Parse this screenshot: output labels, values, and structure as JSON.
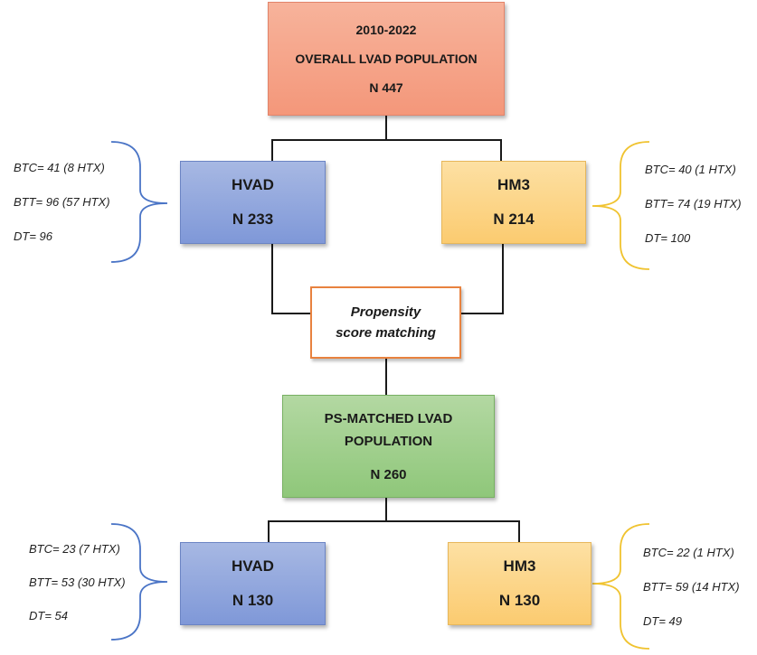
{
  "overall": {
    "years": "2010-2022",
    "title": "OVERALL LVAD POPULATION",
    "n": "N 447"
  },
  "hvad_pre": {
    "label": "HVAD",
    "n": "N 233",
    "notes": [
      "BTC= 41 (8 HTX)",
      "BTT= 96 (57 HTX)",
      "DT= 96"
    ]
  },
  "hm3_pre": {
    "label": "HM3",
    "n": "N 214",
    "notes": [
      "BTC= 40 (1 HTX)",
      "BTT= 74 (19 HTX)",
      "DT= 100"
    ]
  },
  "psm": {
    "line1": "Propensity",
    "line2": "score matching"
  },
  "matched": {
    "line1": "PS-MATCHED LVAD",
    "line2": "POPULATION",
    "n": "N 260"
  },
  "hvad_post": {
    "label": "HVAD",
    "n": "N 130",
    "notes": [
      "BTC= 23 (7 HTX)",
      "BTT= 53 (30 HTX)",
      "DT= 54"
    ]
  },
  "hm3_post": {
    "label": "HM3",
    "n": "N 130",
    "notes": [
      "BTC= 22 (1 HTX)",
      "BTT= 59 (14 HTX)",
      "DT= 49"
    ]
  },
  "colors": {
    "overall": "#f4977a",
    "hvad": "#8ea4dd",
    "hm3": "#fcd587",
    "matched": "#9dcd89",
    "psm_border": "#e8823f",
    "brace_blue": "#4a74c6",
    "brace_yellow": "#f0c330"
  }
}
